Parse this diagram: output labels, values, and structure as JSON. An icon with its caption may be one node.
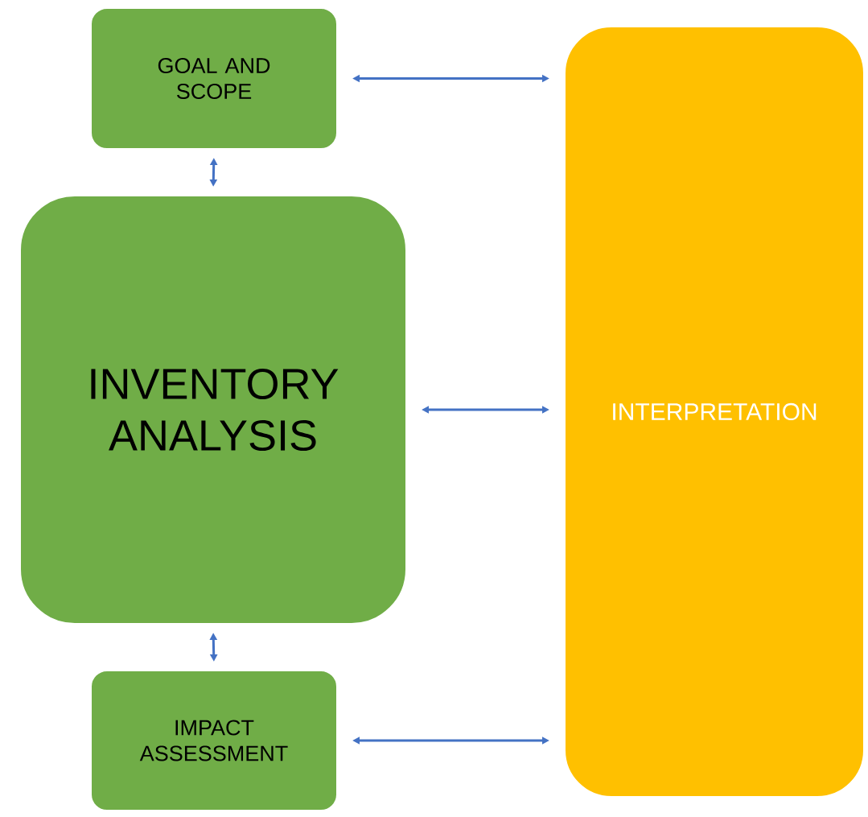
{
  "diagram": {
    "nodes": [
      {
        "text": [
          "GOAL AND SCOPE"
        ]
      },
      {
        "text": [
          "INVENTORY ANALYSIS"
        ]
      },
      {
        "text": [
          "IMPACT ASSESSMENT"
        ]
      },
      {
        "text": [
          "INTERPRETATION"
        ]
      }
    ],
    "edges": [
      {
        "from": 0,
        "to": 1,
        "arrow": "both"
      },
      {
        "from": 1,
        "to": 2,
        "arrow": "both"
      },
      {
        "from": 0,
        "to": 3,
        "arrow": "both"
      },
      {
        "from": 1,
        "to": 3,
        "arrow": "both"
      },
      {
        "from": 2,
        "to": 3,
        "arrow": "both"
      }
    ]
  }
}
